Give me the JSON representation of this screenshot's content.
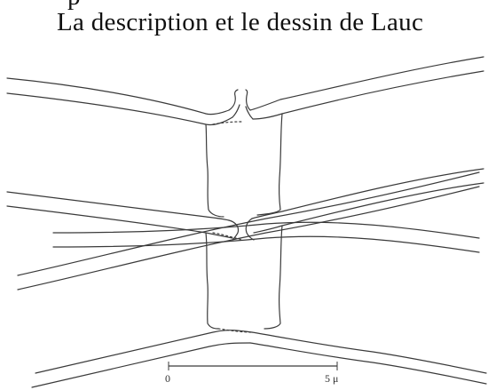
{
  "page": {
    "partial_line": "p",
    "caption_line": "La description et le dessin de Lauc"
  },
  "figure": {
    "scale_bar": {
      "start_label": "0",
      "end_label": "5 μ"
    },
    "colors": {
      "line": "#3a3a3a",
      "background": "#ffffff"
    }
  }
}
